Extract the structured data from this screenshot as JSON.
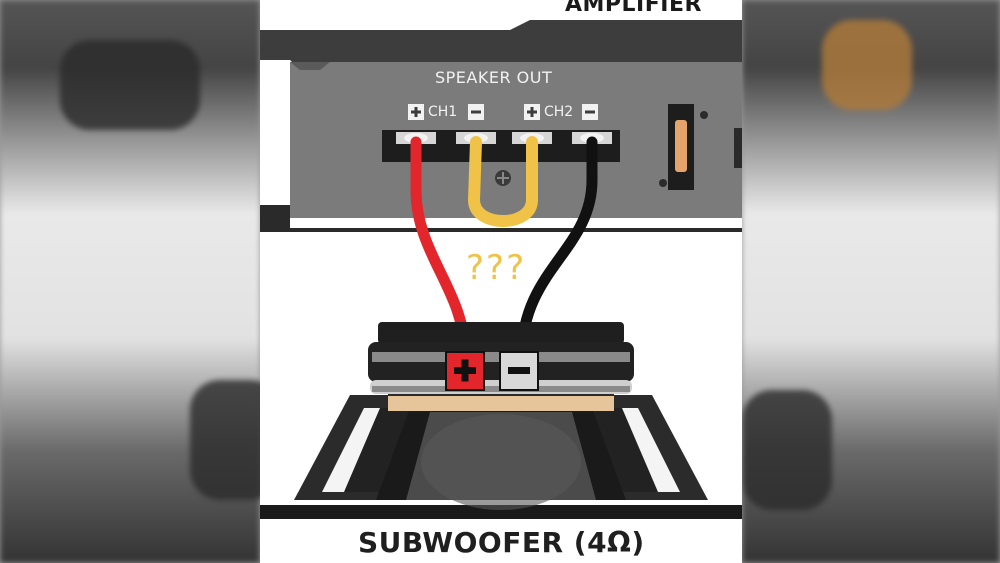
{
  "amplifier": {
    "title": "AMPLIFIER",
    "output_label": "SPEAKER OUT",
    "channels": [
      {
        "label": "CH1",
        "positive": "+",
        "negative": "−"
      },
      {
        "label": "CH2",
        "positive": "+",
        "negative": "−"
      }
    ]
  },
  "jumper": {
    "label": "???",
    "color": "#f0c248"
  },
  "subwoofer": {
    "title": "SUBWOOFER (4Ω)",
    "positive": "+",
    "negative": "−"
  },
  "wires": {
    "positive_color": "#e3262b",
    "negative_color": "#111111"
  },
  "icons": [
    "plus-icon",
    "minus-icon",
    "screw-icon",
    "fuse-icon"
  ]
}
